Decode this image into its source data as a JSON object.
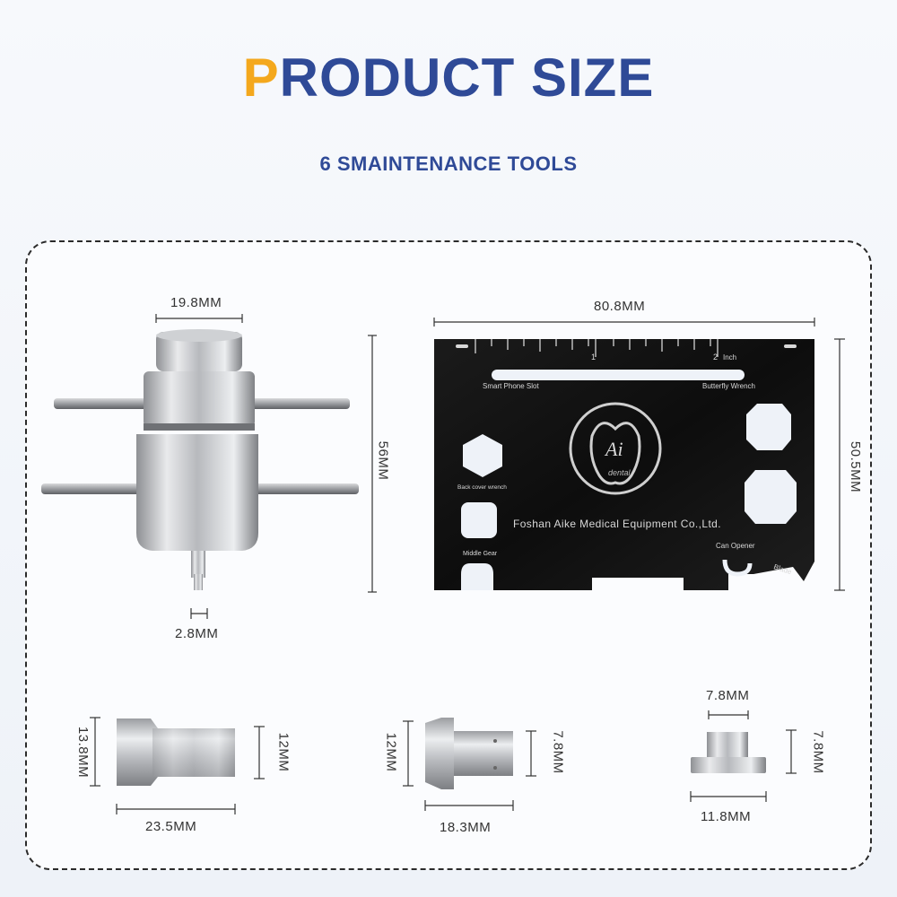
{
  "header": {
    "title_first_letter": "P",
    "title_rest": "RODUCT SIZE",
    "subtitle": "6 SMAINTENANCE TOOLS"
  },
  "dimensions": {
    "extractor_width": "19.8MM",
    "extractor_height": "56MM",
    "extractor_pin": "2.8MM",
    "card_width": "80.8MM",
    "card_height": "50.5MM",
    "collet_diameter_left": "13.8MM",
    "collet_diameter_right": "12MM",
    "collet_length": "23.5MM",
    "chuck_diameter_left": "12MM",
    "chuck_diameter_right": "7.8MM",
    "chuck_length": "18.3MM",
    "bushing_top": "7.8MM",
    "bushing_height": "7.8MM",
    "bushing_base": "11.8MM"
  },
  "card": {
    "ruler_1": "1",
    "ruler_2": "2",
    "ruler_unit": "Inch",
    "smart_phone_slot": "Smart Phone Slot",
    "butterfly_wrench": "Butterfly Wrench",
    "back_cover_wrench": "Back cover wrench",
    "middle_gear": "Middle Gear",
    "company": "Foshan Aike Medical Equipment Co.,Ltd.",
    "can_opener": "Can Opener",
    "blade": "Blade",
    "logo_text": "Ai",
    "logo_sub": "dental"
  },
  "colors": {
    "title_blue": "#2f4a97",
    "title_orange": "#f4a81d",
    "card_black": "#111111"
  }
}
